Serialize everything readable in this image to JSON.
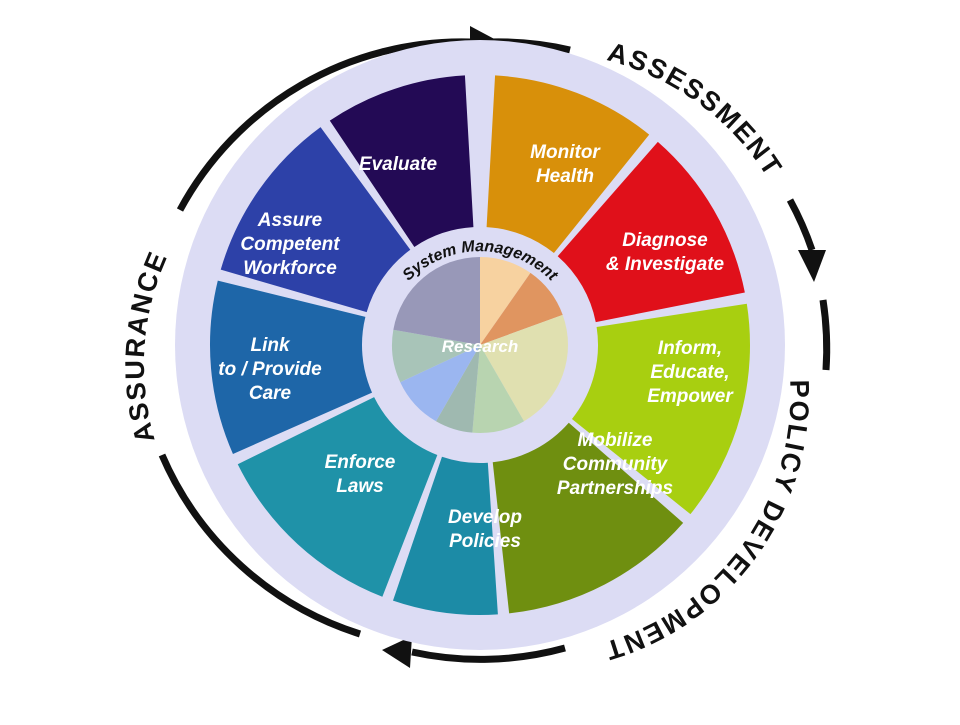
{
  "outer_ring": {
    "assessment": "ASSESSMENT",
    "policy_development": "POLICY DEVELOPMENT",
    "assurance": "ASSURANCE"
  },
  "center": {
    "system_management": "System Management",
    "research": "Research"
  },
  "colors": {
    "ring": "#dcdcf4",
    "arrow": "#111111"
  },
  "services": [
    {
      "id": "monitor-health",
      "lines": [
        "Monitor",
        "Health"
      ],
      "color": "#d8900a"
    },
    {
      "id": "diagnose-investigate",
      "lines": [
        "Diagnose",
        "& Investigate"
      ],
      "color": "#e0101a"
    },
    {
      "id": "inform-educate-empower",
      "lines": [
        "Inform,",
        "Educate,",
        "Empower"
      ],
      "color": "#a8cf10"
    },
    {
      "id": "mobilize-community-partnerships",
      "lines": [
        "Mobilize",
        "Community",
        "Partnerships"
      ],
      "color": "#6f8f10"
    },
    {
      "id": "develop-policies",
      "lines": [
        "Develop",
        "Policies"
      ],
      "color": "#1c8ba6"
    },
    {
      "id": "enforce-laws",
      "lines": [
        "Enforce",
        "Laws"
      ],
      "color": "#1f92a8"
    },
    {
      "id": "link-provide-care",
      "lines": [
        "Link",
        "to / Provide",
        "Care"
      ],
      "color": "#1e66a8"
    },
    {
      "id": "assure-competent-workforce",
      "lines": [
        "Assure",
        "Competent",
        "Workforce"
      ],
      "color": "#2d41a8"
    },
    {
      "id": "evaluate",
      "lines": [
        "Evaluate"
      ],
      "color": "#230a55"
    }
  ]
}
